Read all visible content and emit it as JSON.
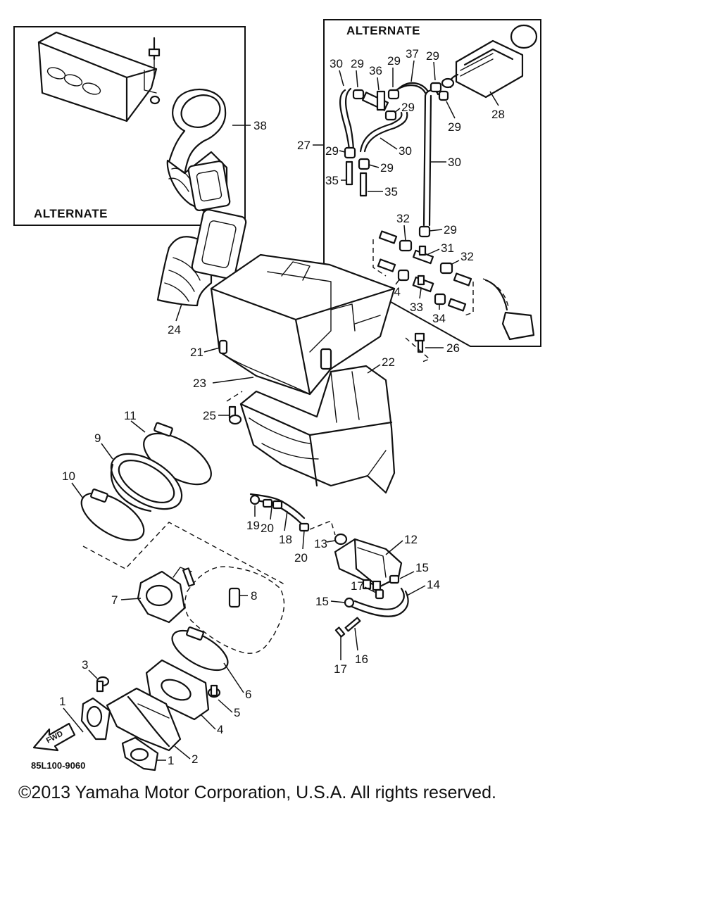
{
  "diagram": {
    "boxes": {
      "left_alternate": "ALTERNATE",
      "right_alternate": "ALTERNATE"
    },
    "part_numbers": {
      "p1a": "1",
      "p1b": "1",
      "p2": "2",
      "p3": "3",
      "p4": "4",
      "p5": "5",
      "p6": "6",
      "p7": "7",
      "p8": "8",
      "p9": "9",
      "p10": "10",
      "p11": "11",
      "p12": "12",
      "p13": "13",
      "p14": "14",
      "p15a": "15",
      "p15b": "15",
      "p16": "16",
      "p17a": "17",
      "p17b": "17",
      "p18": "18",
      "p19": "19",
      "p20a": "20",
      "p20b": "20",
      "p21": "21",
      "p22": "22",
      "p23": "23",
      "p24": "24",
      "p25": "25",
      "p26": "26",
      "p27": "27",
      "p28": "28",
      "p29a": "29",
      "p29b": "29",
      "p29c": "29",
      "p29d": "29",
      "p29e": "29",
      "p29f": "29",
      "p29g": "29",
      "p29h": "29",
      "p30a": "30",
      "p30b": "30",
      "p30c": "30",
      "p31": "31",
      "p32a": "32",
      "p32b": "32",
      "p33": "33",
      "p34a": "34",
      "p34b": "34",
      "p35a": "35",
      "p35b": "35",
      "p36": "36",
      "p37": "37",
      "p38": "38"
    },
    "fwd_label": "FWD",
    "drawing_code": "85L100-9060"
  },
  "footer": {
    "copyright": "©2013 Yamaha Motor Corporation, U.S.A. All rights reserved."
  }
}
